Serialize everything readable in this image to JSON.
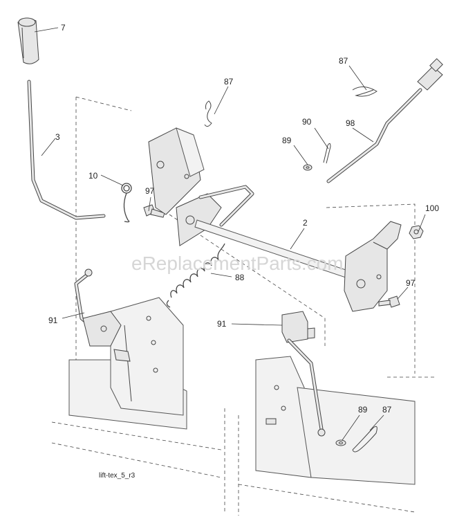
{
  "watermark": "eReplacementParts.com",
  "drawing_code": "lift-tex_5_r3",
  "callouts": [
    "7",
    "3",
    "10",
    "97",
    "87",
    "90",
    "89",
    "98",
    "87",
    "100",
    "2",
    "97",
    "88",
    "91",
    "91",
    "89",
    "87"
  ]
}
